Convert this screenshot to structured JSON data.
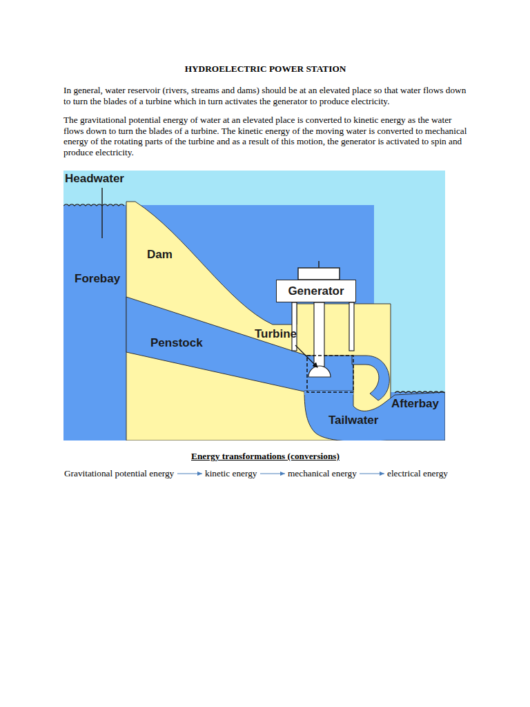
{
  "diagram": {
    "title": "HYDROELECTRIC POWER STATION",
    "nodes": [
      {
        "text": [
          "Generator"
        ]
      },
      {
        "text": [
          "Gravitational potential energy"
        ]
      },
      {
        "text": [
          "kinetic energy"
        ]
      },
      {
        "text": [
          "mechanical energy"
        ]
      },
      {
        "text": [
          "electrical energy"
        ]
      }
    ],
    "edges": [
      {
        "from": 1,
        "to": 2,
        "arrow": "to"
      },
      {
        "from": 2,
        "to": 3,
        "arrow": "to"
      },
      {
        "from": 3,
        "to": 4,
        "arrow": "to"
      }
    ],
    "labels": [
      "In general, water reservoir (rivers, streams and dams) should be at an elevated place so that water flows down to turn the blades of a turbine which in turn activates the generator to produce electricity.",
      "The gravitational potential energy of water at an elevated place is converted to kinetic energy as the water flows down to turn the blades of a turbine. The kinetic energy of the moving water is converted to mechanical energy of the rotating parts of the turbine and as a result of this motion, the generator is activated to spin and produce electricity.",
      "Headwater",
      "Dam",
      "Forebay",
      "Turbine",
      "Penstock",
      "Afterbay",
      "Tailwater",
      "Energy transformations (conversions)"
    ]
  }
}
